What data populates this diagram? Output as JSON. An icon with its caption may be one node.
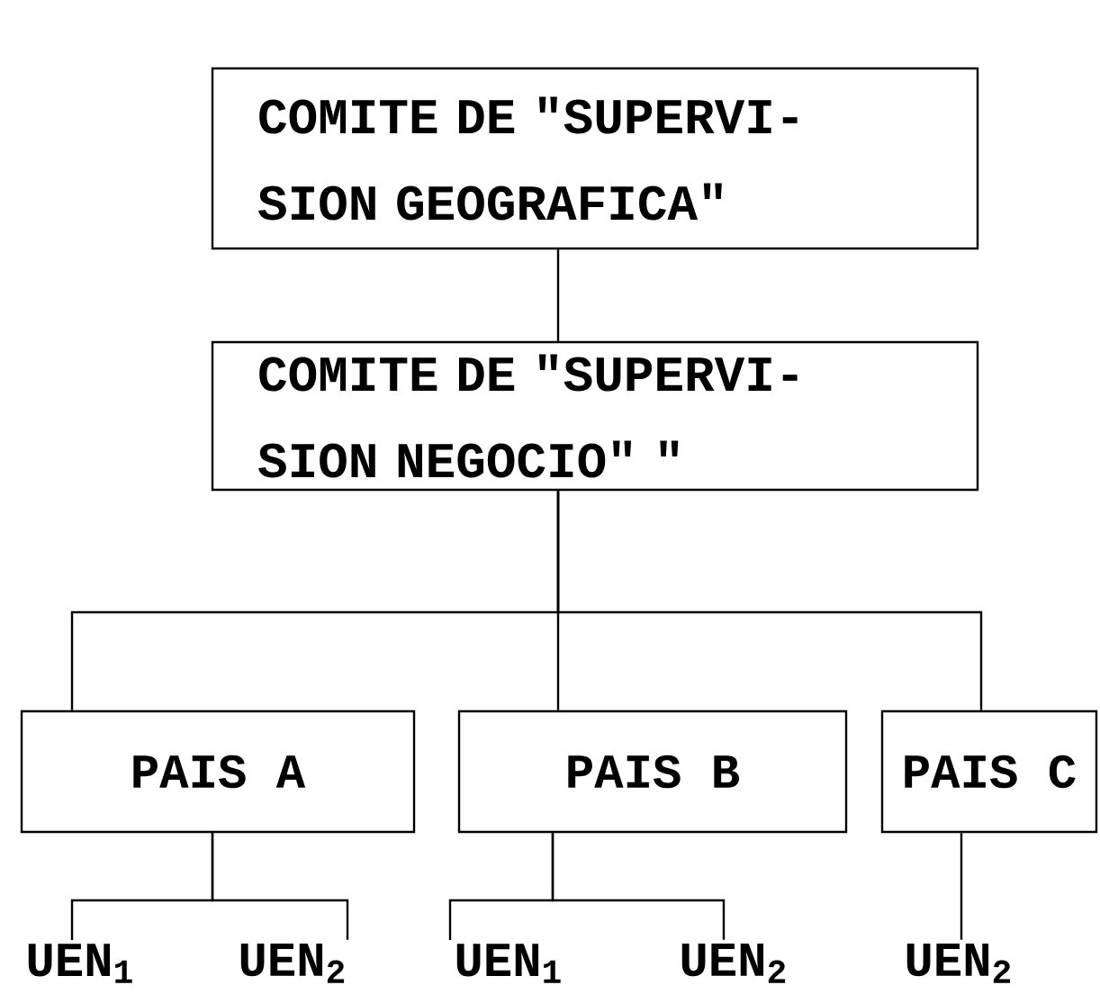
{
  "diagram": {
    "nodes": [
      {
        "text": [
          "COMITE DE \"SUPERVI- SION GEOGRAFICA\""
        ]
      },
      {
        "text": [
          "COMITE DE \"SUPERVI- SION NEGOCIO\"  \""
        ]
      },
      {
        "text": [
          "PAIS A"
        ]
      },
      {
        "text": [
          "PAIS B"
        ]
      },
      {
        "text": [
          "PAIS C"
        ]
      },
      {
        "text": [
          "UEN$_{1}$"
        ]
      },
      {
        "text": [
          "UEN$_{2}$"
        ]
      },
      {
        "text": [
          "UEN$_{1}$"
        ]
      },
      {
        "text": [
          "UEN$_{2}$"
        ]
      },
      {
        "text": [
          "UEN$_{2}$"
        ]
      }
    ],
    "edges": [
      {
        "from": 0,
        "to": 1,
        "arrow": "none"
      },
      {
        "from": 1,
        "to": 2,
        "arrow": "none"
      },
      {
        "from": 1,
        "to": 3,
        "arrow": "none"
      },
      {
        "from": 1,
        "to": 4,
        "arrow": "none"
      },
      {
        "from": 2,
        "to": 5,
        "arrow": "none"
      },
      {
        "from": 2,
        "to": 6,
        "arrow": "none"
      },
      {
        "from": 3,
        "to": 7,
        "arrow": "none"
      },
      {
        "from": 3,
        "to": 8,
        "arrow": "none"
      },
      {
        "from": 4,
        "to": 9,
        "arrow": "none"
      }
    ]
  }
}
